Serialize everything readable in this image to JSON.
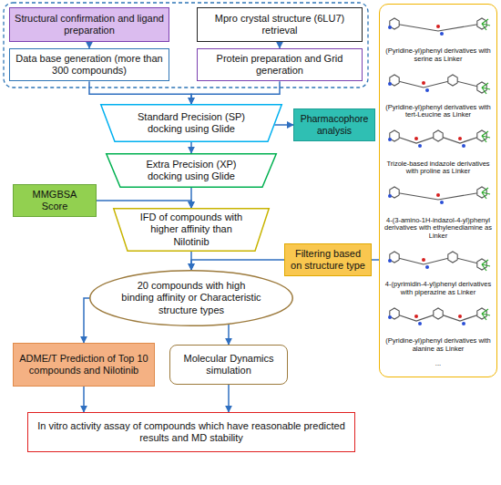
{
  "diagram": {
    "nodes": [
      {
        "text": [
          "Structural confirmation and ligand preparation"
        ]
      },
      {
        "text": [
          "Mpro crystal structure (6LU7) retrieval"
        ]
      },
      {
        "text": [
          "Data base generation (more than 300 compounds)"
        ]
      },
      {
        "text": [
          "Protein preparation and Grid generation"
        ]
      },
      {
        "text": [
          "Standard Precision (SP) docking using Glide"
        ]
      },
      {
        "text": [
          "Pharmacophore analysis"
        ]
      },
      {
        "text": [
          "Extra Precision (XP) docking using Glide"
        ]
      },
      {
        "text": [
          "MMGBSA Score"
        ]
      },
      {
        "text": [
          "IFD of compounds with higher affinity than Nilotinib"
        ]
      },
      {
        "text": [
          "Filtering based on structure type"
        ]
      },
      {
        "text": [
          "(Pyridine-yl)phenyl derivatives with serine as Linker",
          "(Pyridine-yl)phenyl derivatives with tert-Leucine as Linker",
          "Trizole-based indazole derivatives with proline as Linker",
          "4-(3-amino-1H-indazol-4-yl)phenyl derivatives with ethylenediamine as Linker",
          "4-(pyrimidin-4-yl)phenyl derivatives with piperazine as Linker",
          "(Pyridine-yl)phenyl derivatives with alanine as Linker",
          "..."
        ]
      },
      {
        "text": [
          "20 compounds with high binding affinity or Characteristic structure types"
        ]
      },
      {
        "text": [
          "ADME/T Prediction of Top 10 compounds and Nilotinib"
        ]
      },
      {
        "text": [
          "Molecular Dynamics simulation"
        ]
      },
      {
        "text": [
          "In vitro activity assay of compounds which have reasonable predicted results and MD stability"
        ]
      }
    ],
    "edges": [
      {
        "from": 0,
        "to": 2,
        "arrow": "to"
      },
      {
        "from": 1,
        "to": 3,
        "arrow": "to"
      },
      {
        "from": 2,
        "to": 4,
        "arrow": "to"
      },
      {
        "from": 3,
        "to": 4,
        "arrow": "to"
      },
      {
        "from": 4,
        "to": 5,
        "arrow": "to"
      },
      {
        "from": 4,
        "to": 6,
        "arrow": "to"
      },
      {
        "from": 6,
        "to": 8,
        "arrow": "to"
      },
      {
        "from": 7,
        "to": 8,
        "arrow": "to"
      },
      {
        "from": 8,
        "to": 11,
        "arrow": "to"
      },
      {
        "from": 9,
        "to": 11,
        "arrow": "to"
      },
      {
        "from": 9,
        "to": 10,
        "arrow": "none"
      },
      {
        "from": 11,
        "to": 12,
        "arrow": "to"
      },
      {
        "from": 11,
        "to": 13,
        "arrow": "to"
      },
      {
        "from": 12,
        "to": 14,
        "arrow": "to"
      },
      {
        "from": 13,
        "to": 14,
        "arrow": "to"
      }
    ]
  }
}
